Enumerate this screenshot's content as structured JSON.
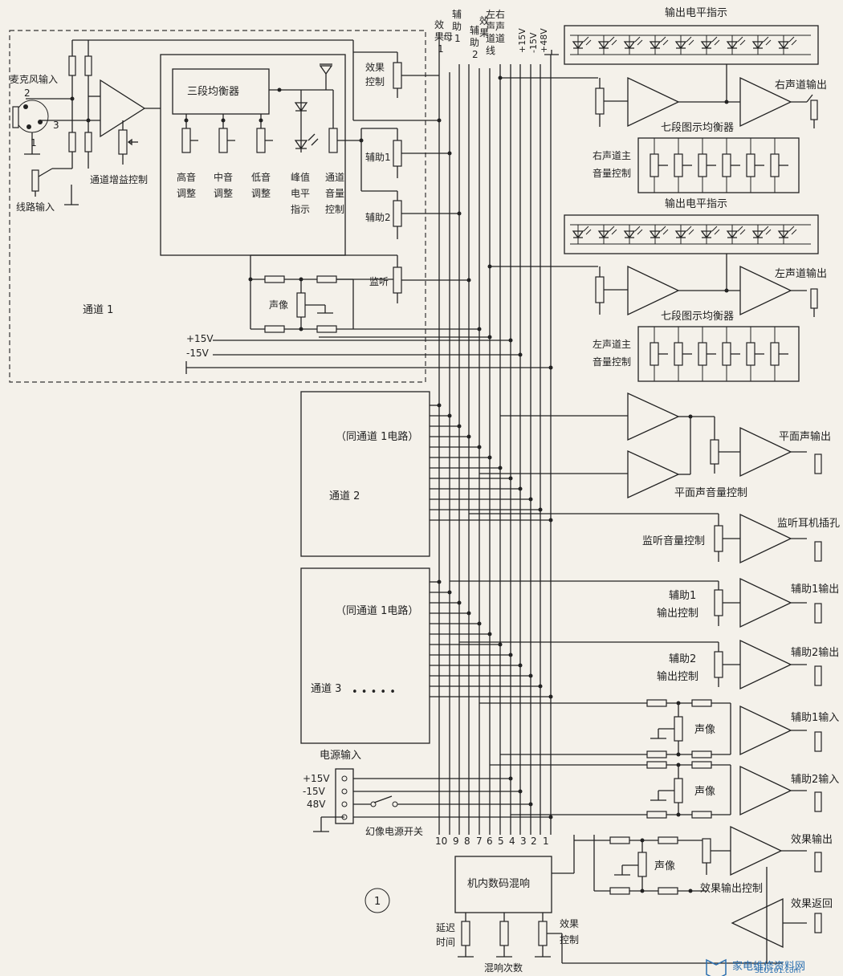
{
  "labels": {
    "mic_in": "麦克风输入",
    "line_in": "线路输入",
    "gain_ctrl": "通道增益控制",
    "eq3": "三段均衡器",
    "treble": "高音",
    "mid": "中音",
    "bass": "低音",
    "adjust": "调整",
    "peak1": "峰值",
    "peak2": "电平",
    "peak3": "指示",
    "chvol1": "通道",
    "chvol2": "音量",
    "chvol3": "控制",
    "fx_ctrl1": "效果",
    "fx_ctrl2": "控制",
    "aux1": "辅助1",
    "aux2": "辅助2",
    "monitor": "监听",
    "pan": "声像",
    "ch1": "通道 1",
    "p15": "+15V",
    "m15": "-15V",
    "same_ch1": "（同通道 1电路）",
    "ch2": "通道 2",
    "ch3": "通道 3",
    "ch3_dots": "• • • • •",
    "power_in": "电源输入",
    "p15v": "+15V",
    "m15v": "-15V",
    "v48": "48V",
    "phantom": "幻像电源开关",
    "fig_num": "1",
    "reverb": "机内数码混响",
    "delay1": "延迟",
    "delay2": "时间",
    "reverb_count": "混响次数",
    "fx_ctrl_b1": "效果",
    "fx_ctrl_b2": "控制",
    "out_level_1": "输出电平指示",
    "out_level_2": "输出电平指示",
    "right_out": "右声道输出",
    "left_out": "左声道输出",
    "geq7_r": "七段图示均衡器",
    "geq7_l": "七段图示均衡器",
    "right_master1": "右声道主",
    "right_master2": "音量控制",
    "left_master1": "左声道主",
    "left_master2": "音量控制",
    "mono_out": "平面声输出",
    "mono_vol": "平面声音量控制",
    "mon_vol": "监听音量控制",
    "phone_jack": "监听耳机插孔",
    "aux1_out_ctrl1": "辅助1",
    "aux1_out_ctrl2": "输出控制",
    "aux1_out": "辅助1输出",
    "aux2_out_ctrl1": "辅助2",
    "aux2_out_ctrl2": "输出控制",
    "aux2_out": "辅助2输出",
    "aux1_in": "辅助1输入",
    "aux2_in": "辅助2输入",
    "pan2": "声像",
    "pan3": "声像",
    "pan4": "声像",
    "fx_out": "效果输出",
    "fx_out_ctrl": "效果输出控制",
    "fx_return": "效果返回",
    "pin2": "2",
    "pin3": "3",
    "pin1": "1",
    "watermark": "家电维修资料网",
    "watermark_url": "SEU101.com"
  },
  "bus_headers": [
    "效果1",
    "母",
    "辅助1",
    "辅助2",
    "效果",
    "左右声道线",
    "+15V",
    "-15V",
    "+48V"
  ],
  "bus_numbers": [
    "10",
    "9",
    "8",
    "7",
    "6",
    "5",
    "4",
    "3",
    "2",
    "1"
  ]
}
